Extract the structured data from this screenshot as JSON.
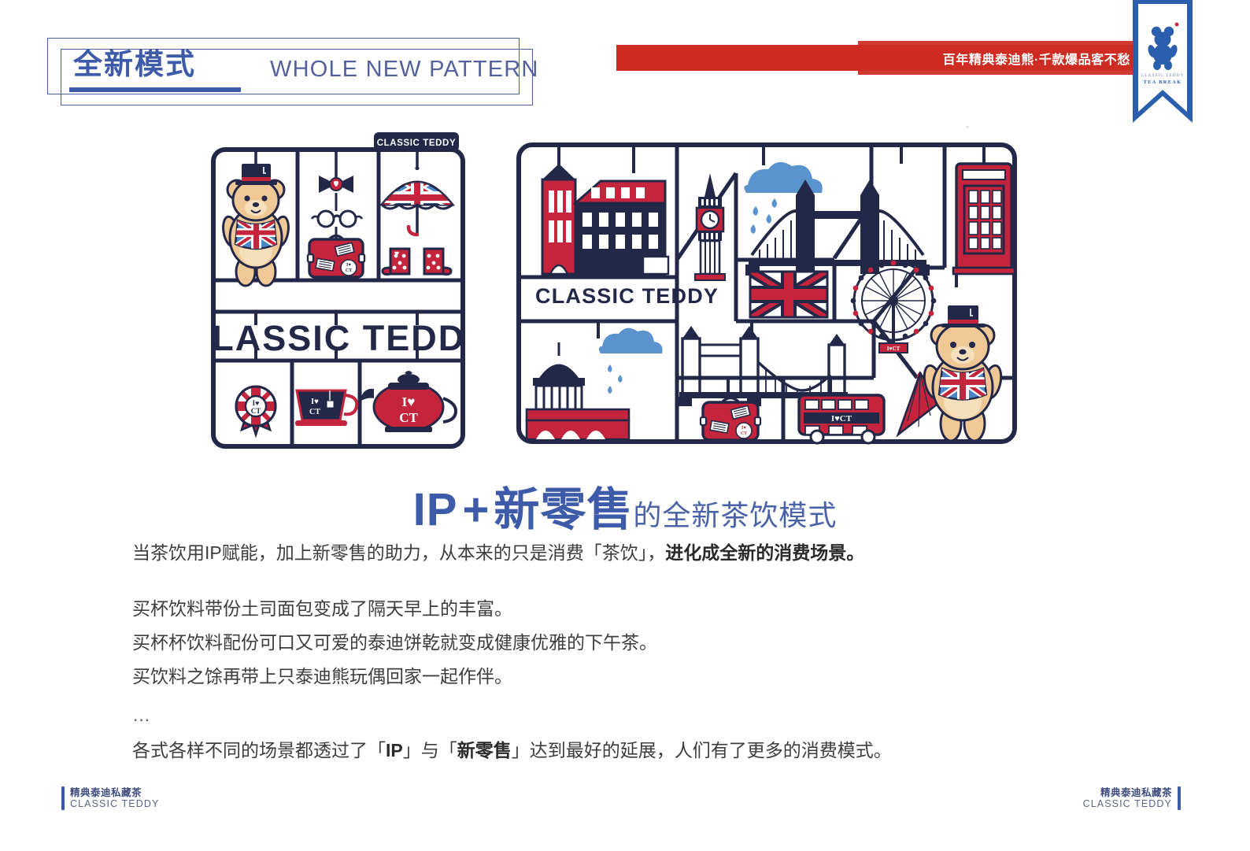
{
  "header": {
    "title_cn": "全新模式",
    "title_en": "WHOLE NEW PATTERN",
    "accent_color": "#3E5BA9"
  },
  "banner": {
    "text": "百年精典泰迪熊·千款爆品客不愁",
    "bg_color": "#CE2C22",
    "text_color": "#FFFFFF"
  },
  "ribbon_logo": {
    "brand_cn": "CLASSIC TEDDY",
    "brand_line1": "CLASSIC TEDDY",
    "brand_line2": "TEA BREAK",
    "icon": "teddy-bear-icon",
    "color": "#2B5FAD"
  },
  "illustration_left": {
    "tab_label": "CLASSIC TEDDY",
    "wordmark": "CLASSIC TEDDY",
    "items": [
      "teddy-bear-with-top-hat",
      "bow-tie",
      "eyeglasses",
      "suitcase",
      "union-jack-umbrella",
      "heart-rain-boots",
      "rosette-badge",
      "teacup",
      "teapot"
    ],
    "badge_text": "I♥CT"
  },
  "illustration_right": {
    "wordmark": "CLASSIC TEDDY",
    "items": [
      "tower-clock-building",
      "red-brick-building",
      "big-ben",
      "rain-cloud",
      "tower-bridge",
      "union-jack-flag",
      "red-telephone-box",
      "london-eye",
      "st-pauls-cathedral",
      "suitcase",
      "double-decker-bus",
      "teddy-bear-with-umbrella"
    ],
    "bus_text": "I♥CT",
    "eye_text": "I♥CT",
    "suitcase_text": "I♥CT"
  },
  "headline": {
    "part1": "IP",
    "plus": "+",
    "part2": "新零售",
    "suffix": "的全新茶饮模式"
  },
  "body": {
    "line1_a": "当茶饮用IP赋能，加上新零售的助力，从本来的只是消费「茶饮」，",
    "line1_b": "进化成全新的消费场景。",
    "line2": "买杯饮料带份土司面包变成了隔天早上的丰富。",
    "line3": "买杯杯饮料配份可口又可爱的泰迪饼乾就变成健康优雅的下午茶。",
    "line4": "买饮料之馀再带上只泰迪熊玩偶回家一起作伴。",
    "ellipsis": "…",
    "line5_a": "各式各样不同的场景都透过了「",
    "line5_b": "IP",
    "line5_c": "」与「",
    "line5_d": "新零售",
    "line5_e": "」达到最好的延展，人们有了更多的消费模式。"
  },
  "footer": {
    "left_cn": "精典泰迪私藏茶",
    "left_en": "CLASSIC TEDDY",
    "right_cn": "精典泰迪私藏茶",
    "right_en": "CLASSIC TEDDY",
    "bar_color": "#3E5BA9"
  },
  "colors": {
    "navy": "#242848",
    "red": "#C4253C",
    "brand_blue": "#3E5BA9",
    "bear_tan": "#EFC896",
    "sky_blue": "#5B93CE"
  }
}
